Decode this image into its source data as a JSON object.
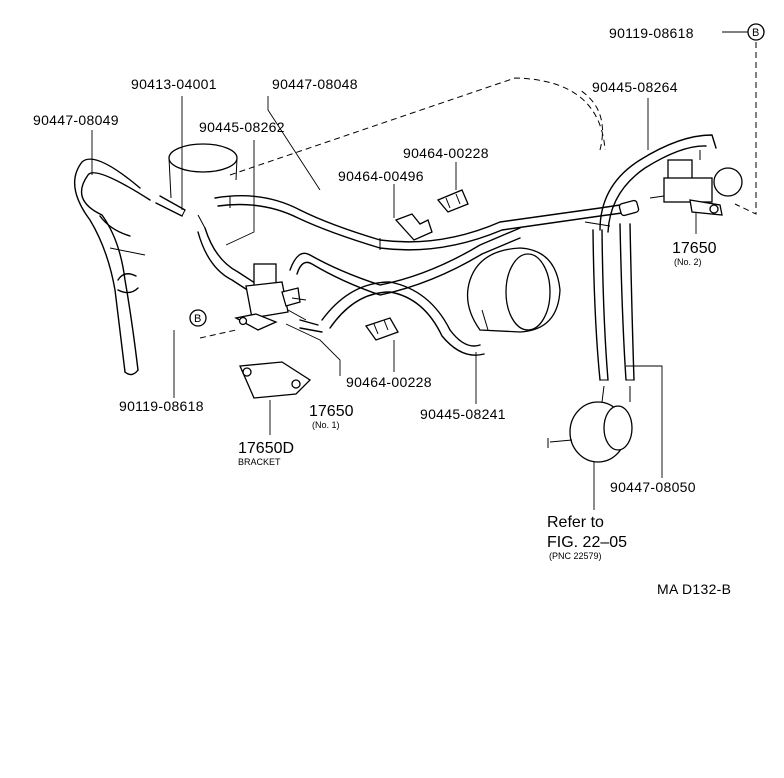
{
  "labels": {
    "p_90119_08618_top": "90119-08618",
    "p_90413_04001": "90413-04001",
    "p_90447_08048": "90447-08048",
    "p_90445_08264": "90445-08264",
    "p_90447_08049": "90447-08049",
    "p_90445_08262": "90445-08262",
    "p_90464_00228_top": "90464-00228",
    "p_90464_00496": "90464-00496",
    "p_17650_no2": "17650",
    "p_17650_no2_sub": "(No. 2)",
    "p_90119_08618_left": "90119-08618",
    "p_90464_00228_bottom": "90464-00228",
    "p_90445_08241": "90445-08241",
    "p_17650_no1": "17650",
    "p_17650_no1_sub": "(No. 1)",
    "p_17650d": "17650D",
    "p_bracket": "BRACKET",
    "p_90447_08050": "90447-08050",
    "refer_line1": "Refer to",
    "refer_line2": "FIG. 22–05",
    "refer_pnc": "(PNC 22579)",
    "diagram_code": "MA D132-B",
    "callout_b": "B"
  }
}
